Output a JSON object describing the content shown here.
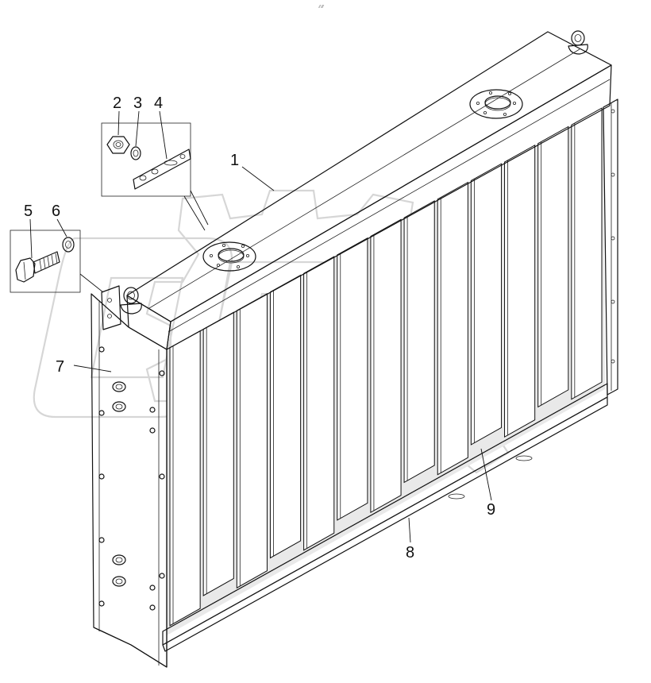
{
  "drawing": {
    "top_note": "⁄⁄ ⁄⁄⁄",
    "watermark": "OPEX"
  },
  "callouts": [
    {
      "id": "1",
      "text": "1"
    },
    {
      "id": "2",
      "text": "2"
    },
    {
      "id": "3",
      "text": "3"
    },
    {
      "id": "4",
      "text": "4"
    },
    {
      "id": "5",
      "text": "5"
    },
    {
      "id": "6",
      "text": "6"
    },
    {
      "id": "7",
      "text": "7"
    },
    {
      "id": "8",
      "text": "8"
    },
    {
      "id": "9",
      "text": "9"
    }
  ]
}
